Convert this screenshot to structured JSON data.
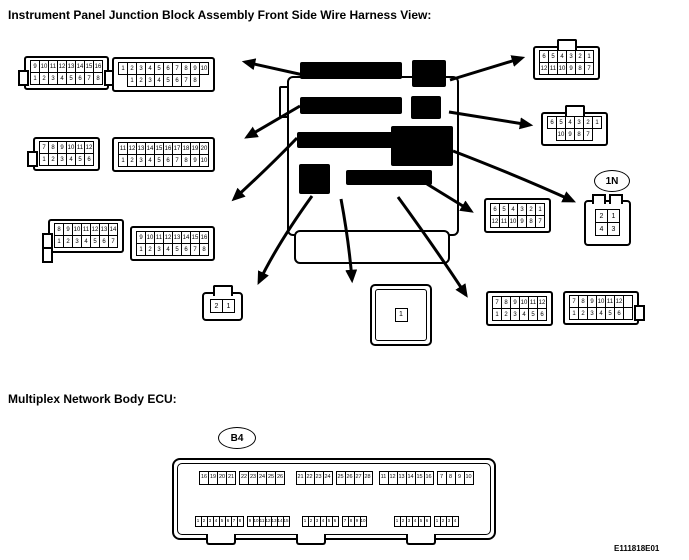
{
  "page": {
    "title1": "Instrument Panel Junction Block Assembly Front Side Wire Harness View:",
    "title2": "Multiplex Network Body ECU:",
    "figure_code": "E111818E01"
  },
  "labels": {
    "n1": "1N",
    "b4": "B4"
  },
  "connectors": {
    "tl1": {
      "rows": [
        [
          "9",
          "10",
          "11",
          "12",
          "13",
          "14",
          "15",
          "16"
        ],
        [
          "1",
          "2",
          "3",
          "4",
          "5",
          "6",
          "7",
          "8"
        ]
      ]
    },
    "tl2": {
      "rows": [
        [
          "1",
          "2",
          "3",
          "4",
          "5",
          "6",
          "7",
          "8",
          "9",
          "10"
        ],
        [
          "1",
          "2",
          "3",
          "4",
          "5",
          "6",
          "7",
          "8"
        ]
      ]
    },
    "ml1": {
      "rows": [
        [
          "7",
          "8",
          "9",
          "10",
          "11",
          "12"
        ],
        [
          "1",
          "2",
          "3",
          "4",
          "5",
          "6"
        ]
      ]
    },
    "ml2": {
      "rows": [
        [
          "11",
          "12",
          "13",
          "14",
          "15",
          "16",
          "17",
          "18",
          "19",
          "20"
        ],
        [
          "1",
          "2",
          "3",
          "4",
          "5",
          "6",
          "7",
          "8",
          "9",
          "10"
        ]
      ]
    },
    "bl1": {
      "rows": [
        [
          "8",
          "9",
          "10",
          "11",
          "12",
          "13",
          "14"
        ],
        [
          "1",
          "2",
          "3",
          "4",
          "5",
          "6",
          "7"
        ]
      ]
    },
    "bl2": {
      "rows": [
        [
          "9",
          "10",
          "11",
          "12",
          "13",
          "14",
          "15",
          "16"
        ],
        [
          "1",
          "2",
          "3",
          "4",
          "5",
          "6",
          "7",
          "8"
        ]
      ]
    },
    "tr1": {
      "rows": [
        [
          "6",
          "5",
          "4",
          "3",
          "2",
          "1"
        ],
        [
          "12",
          "11",
          "10",
          "9",
          "8",
          "7"
        ]
      ]
    },
    "r2": {
      "rows": [
        [
          "6",
          "5",
          "4",
          "3",
          "2",
          "1"
        ],
        [
          "10",
          "9",
          "8",
          "7"
        ]
      ]
    },
    "r3": {
      "rows": [
        [
          "6",
          "5",
          "4",
          "3",
          "2",
          "1"
        ],
        [
          "12",
          "11",
          "10",
          "9",
          "8",
          "7"
        ]
      ]
    },
    "n1": {
      "rows": [
        [
          "2",
          "1"
        ],
        [
          "4",
          "3"
        ]
      ]
    },
    "bc1": {
      "rows": [
        [
          "2",
          "1"
        ]
      ]
    },
    "bc2": {
      "rows": [
        [
          "1"
        ]
      ]
    },
    "br1": {
      "rows": [
        [
          "7",
          "8",
          "9",
          "10",
          "11",
          "12"
        ],
        [
          "1",
          "2",
          "3",
          "4",
          "5",
          "6"
        ]
      ]
    },
    "br2": {
      "rows": [
        [
          "7",
          "8",
          "9",
          "10",
          "11",
          "12",
          ""
        ],
        [
          "1",
          "2",
          "3",
          "4",
          "5",
          "6",
          ""
        ]
      ]
    }
  },
  "ecu_b4": {
    "label": "B4",
    "sections": [
      {
        "top": [
          [
            "16",
            "19",
            "20",
            "21"
          ],
          [
            "22",
            "23",
            "24",
            "25",
            "26"
          ]
        ],
        "bottom": [
          [
            "1",
            "2",
            "3",
            "4",
            "5",
            "6",
            "7",
            "8"
          ],
          [
            "9",
            "10",
            "11",
            "12",
            "13",
            "14",
            "15"
          ]
        ]
      },
      {
        "top": [
          [
            "21",
            "22",
            "23",
            "24"
          ],
          [
            "25",
            "26",
            "27",
            "28"
          ]
        ],
        "bottom": [
          [
            "1",
            "2",
            "3",
            "4",
            "5",
            "6"
          ],
          [
            "7",
            "8",
            "9",
            "10"
          ]
        ]
      },
      {
        "top": [
          [
            "11",
            "12",
            "13",
            "14",
            "15",
            "16"
          ],
          [
            "7",
            "8",
            "9",
            "10"
          ]
        ],
        "bottom": [
          [
            "1",
            "2",
            "3",
            "4",
            "5",
            "6"
          ],
          [
            "1",
            "2",
            "3",
            "4"
          ]
        ]
      }
    ]
  }
}
